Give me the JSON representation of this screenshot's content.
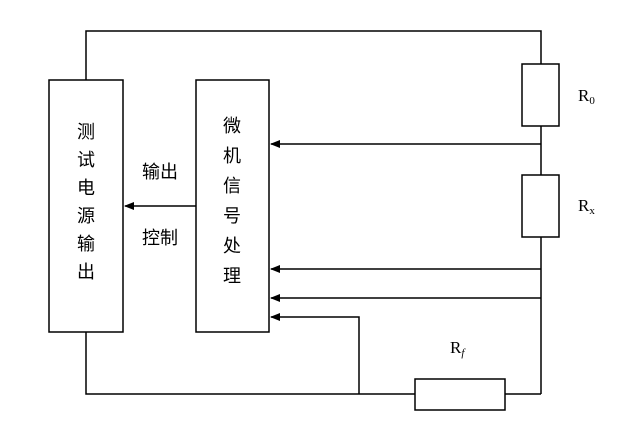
{
  "diagram": {
    "left_block": {
      "chars": [
        "测",
        "试",
        "电",
        "源",
        "输",
        "出"
      ]
    },
    "middle_block": {
      "chars": [
        "微",
        "机",
        "信",
        "号",
        "处",
        "理"
      ]
    },
    "arrow_label_top": "输出",
    "arrow_label_bottom": "控制",
    "resistors": {
      "r0": {
        "main": "R",
        "sub": "0"
      },
      "rx": {
        "main": "R",
        "sub": "x"
      },
      "rf": {
        "main": "R",
        "sub": "f"
      }
    }
  }
}
